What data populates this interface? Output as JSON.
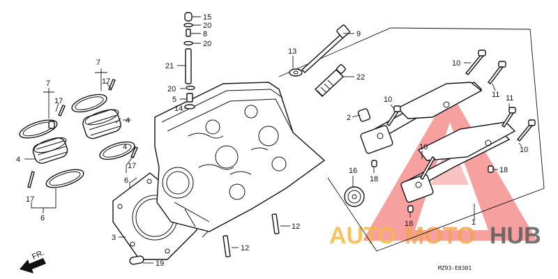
{
  "diagram_code": "MZ93-E0301",
  "front_indicator": "FR.",
  "watermark": {
    "brand_part1": "AUTO",
    "brand_part2": "MOTO",
    "brand_part3": "HUB",
    "colors": {
      "triangle": "#ef5350",
      "auto": "#f5b942",
      "moto": "#f3a24f",
      "hub": "#5a5a5a"
    }
  },
  "callouts": [
    "15",
    "20",
    "8",
    "20",
    "9",
    "13",
    "21",
    "22",
    "20",
    "5",
    "14",
    "7",
    "7",
    "17",
    "17",
    "4",
    "4",
    "10",
    "10",
    "11",
    "11",
    "2",
    "10",
    "17",
    "6",
    "16",
    "18",
    "18",
    "10",
    "17",
    "6",
    "12",
    "3",
    "12",
    "19",
    "1",
    "18",
    "4"
  ]
}
